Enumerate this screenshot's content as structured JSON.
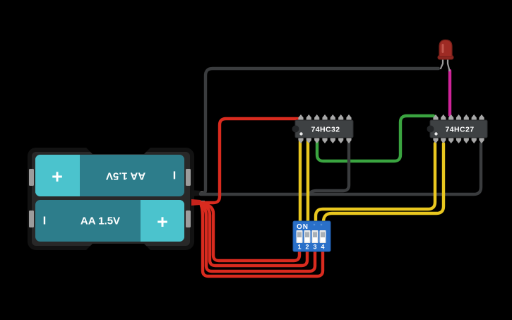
{
  "colors": {
    "background": "#000000",
    "wire_red": "#d92b1f",
    "wire_black": "#3a3c3e",
    "wire_yellow": "#e9c71f",
    "wire_green": "#3aa440",
    "wire_magenta": "#cf2399",
    "battery_case": "#282828",
    "battery_body": "#2d7d8b",
    "battery_cap": "#4bc3cd",
    "ic_body": "#3e4143",
    "ic_pin": "#a7a7a7",
    "dip_body": "#2a70c9",
    "led_body": "#9e2b24"
  },
  "battery_pack": {
    "cells": [
      {
        "label": "AA 1.5V",
        "plus": "+",
        "minus": "I",
        "orientation": "flipped"
      },
      {
        "label": "AA 1.5V",
        "plus": "+",
        "minus": "I",
        "orientation": "normal"
      }
    ]
  },
  "ics": [
    {
      "label": "74HC32"
    },
    {
      "label": "74HC27"
    }
  ],
  "dip_switch": {
    "on_label": "ON",
    "switch_labels": [
      "1",
      "2",
      "3",
      "4"
    ]
  },
  "led": {
    "color": "red"
  }
}
